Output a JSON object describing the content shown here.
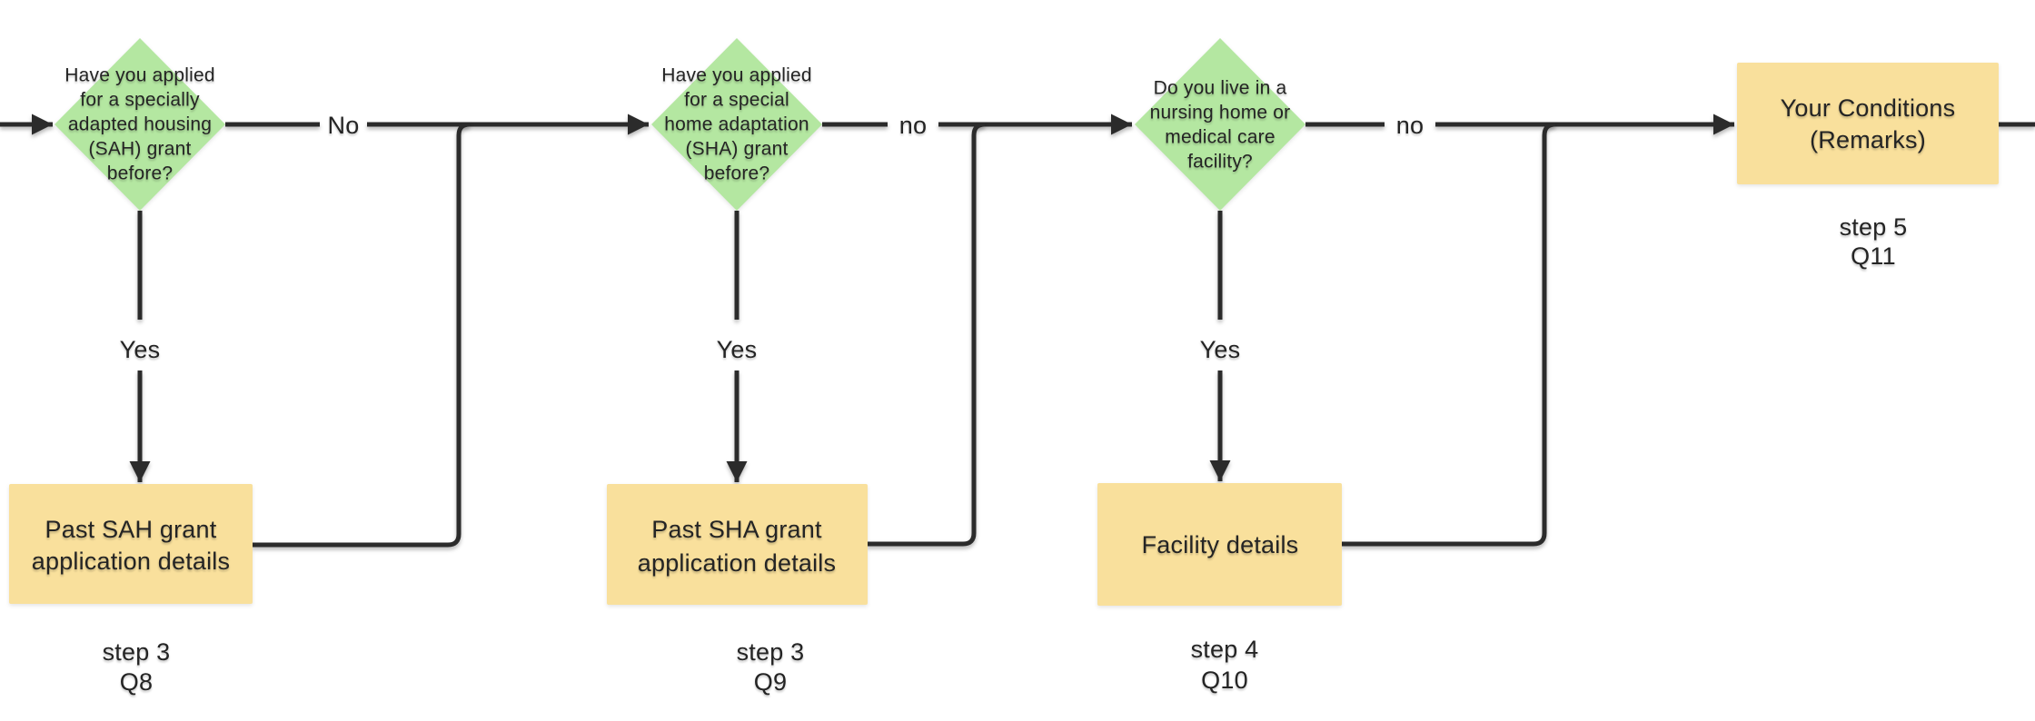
{
  "diagram": {
    "colors": {
      "decision_fill": "#b4e7a1",
      "process_fill": "#f9e09c",
      "line": "#2b2b2b",
      "text": "#242424"
    },
    "nodes": {
      "q8_decision": {
        "lines": [
          "Have you applied",
          "for a specially",
          "adapted housing",
          "(SAH) grant",
          "before?"
        ]
      },
      "q9_decision": {
        "lines": [
          "Have you applied",
          "for a special",
          "home adaptation",
          "(SHA) grant",
          "before?"
        ]
      },
      "q10_decision": {
        "lines": [
          "Do you live in a",
          "nursing home or",
          "medical care",
          "facility?"
        ]
      },
      "q8_box": {
        "lines": [
          "Past SAH grant",
          "application details"
        ],
        "step": "step 3",
        "question": "Q8"
      },
      "q9_box": {
        "lines": [
          "Past SHA grant",
          "application details"
        ],
        "step": "step 3",
        "question": "Q9"
      },
      "q10_box": {
        "lines": [
          "Facility details"
        ],
        "step": "step 4",
        "question": "Q10"
      },
      "q11_box": {
        "lines": [
          "Your Conditions",
          "(Remarks)"
        ],
        "step": "step 5",
        "question": "Q11"
      }
    },
    "edge_labels": {
      "q8_no": "No",
      "q8_yes": "Yes",
      "q9_no": "no",
      "q9_yes": "Yes",
      "q10_no": "no",
      "q10_yes": "Yes"
    }
  }
}
